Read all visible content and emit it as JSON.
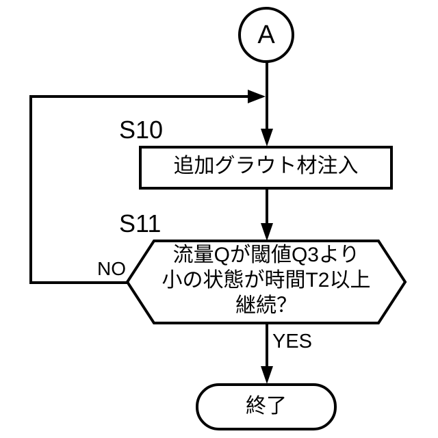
{
  "figure": {
    "type": "flowchart",
    "background_color": "#ffffff",
    "line_color": "#000000",
    "text_color": "#000000"
  },
  "nodes": {
    "connector": {
      "shape": "circle",
      "label": "A"
    },
    "process": {
      "shape": "rectangle",
      "step_id": "S10",
      "label": "追加グラウト材注入"
    },
    "decision": {
      "shape": "hexagon",
      "step_id": "S11",
      "label_lines": [
        "流量Qが閾値Q3より",
        "小の状態が時間T2以上",
        "継続？"
      ]
    },
    "terminal": {
      "shape": "rounded-rectangle",
      "label": "終了"
    }
  },
  "edges": {
    "no_label": "NO",
    "yes_label": "YES"
  }
}
